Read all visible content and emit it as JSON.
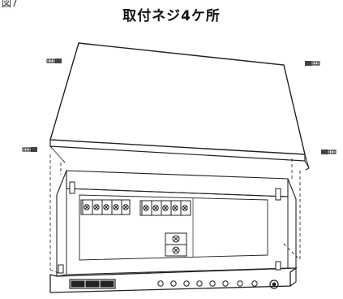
{
  "figure_label": "図7",
  "title": "取付ネジ4ケ所",
  "icons": {
    "screw": "screw-icon",
    "cover": "cover-panel",
    "chassis": "chassis-box",
    "terminal_block": "terminal-block-icon",
    "knob": "knob-icon"
  },
  "colors": {
    "line": "#222222",
    "background": "#ffffff"
  }
}
